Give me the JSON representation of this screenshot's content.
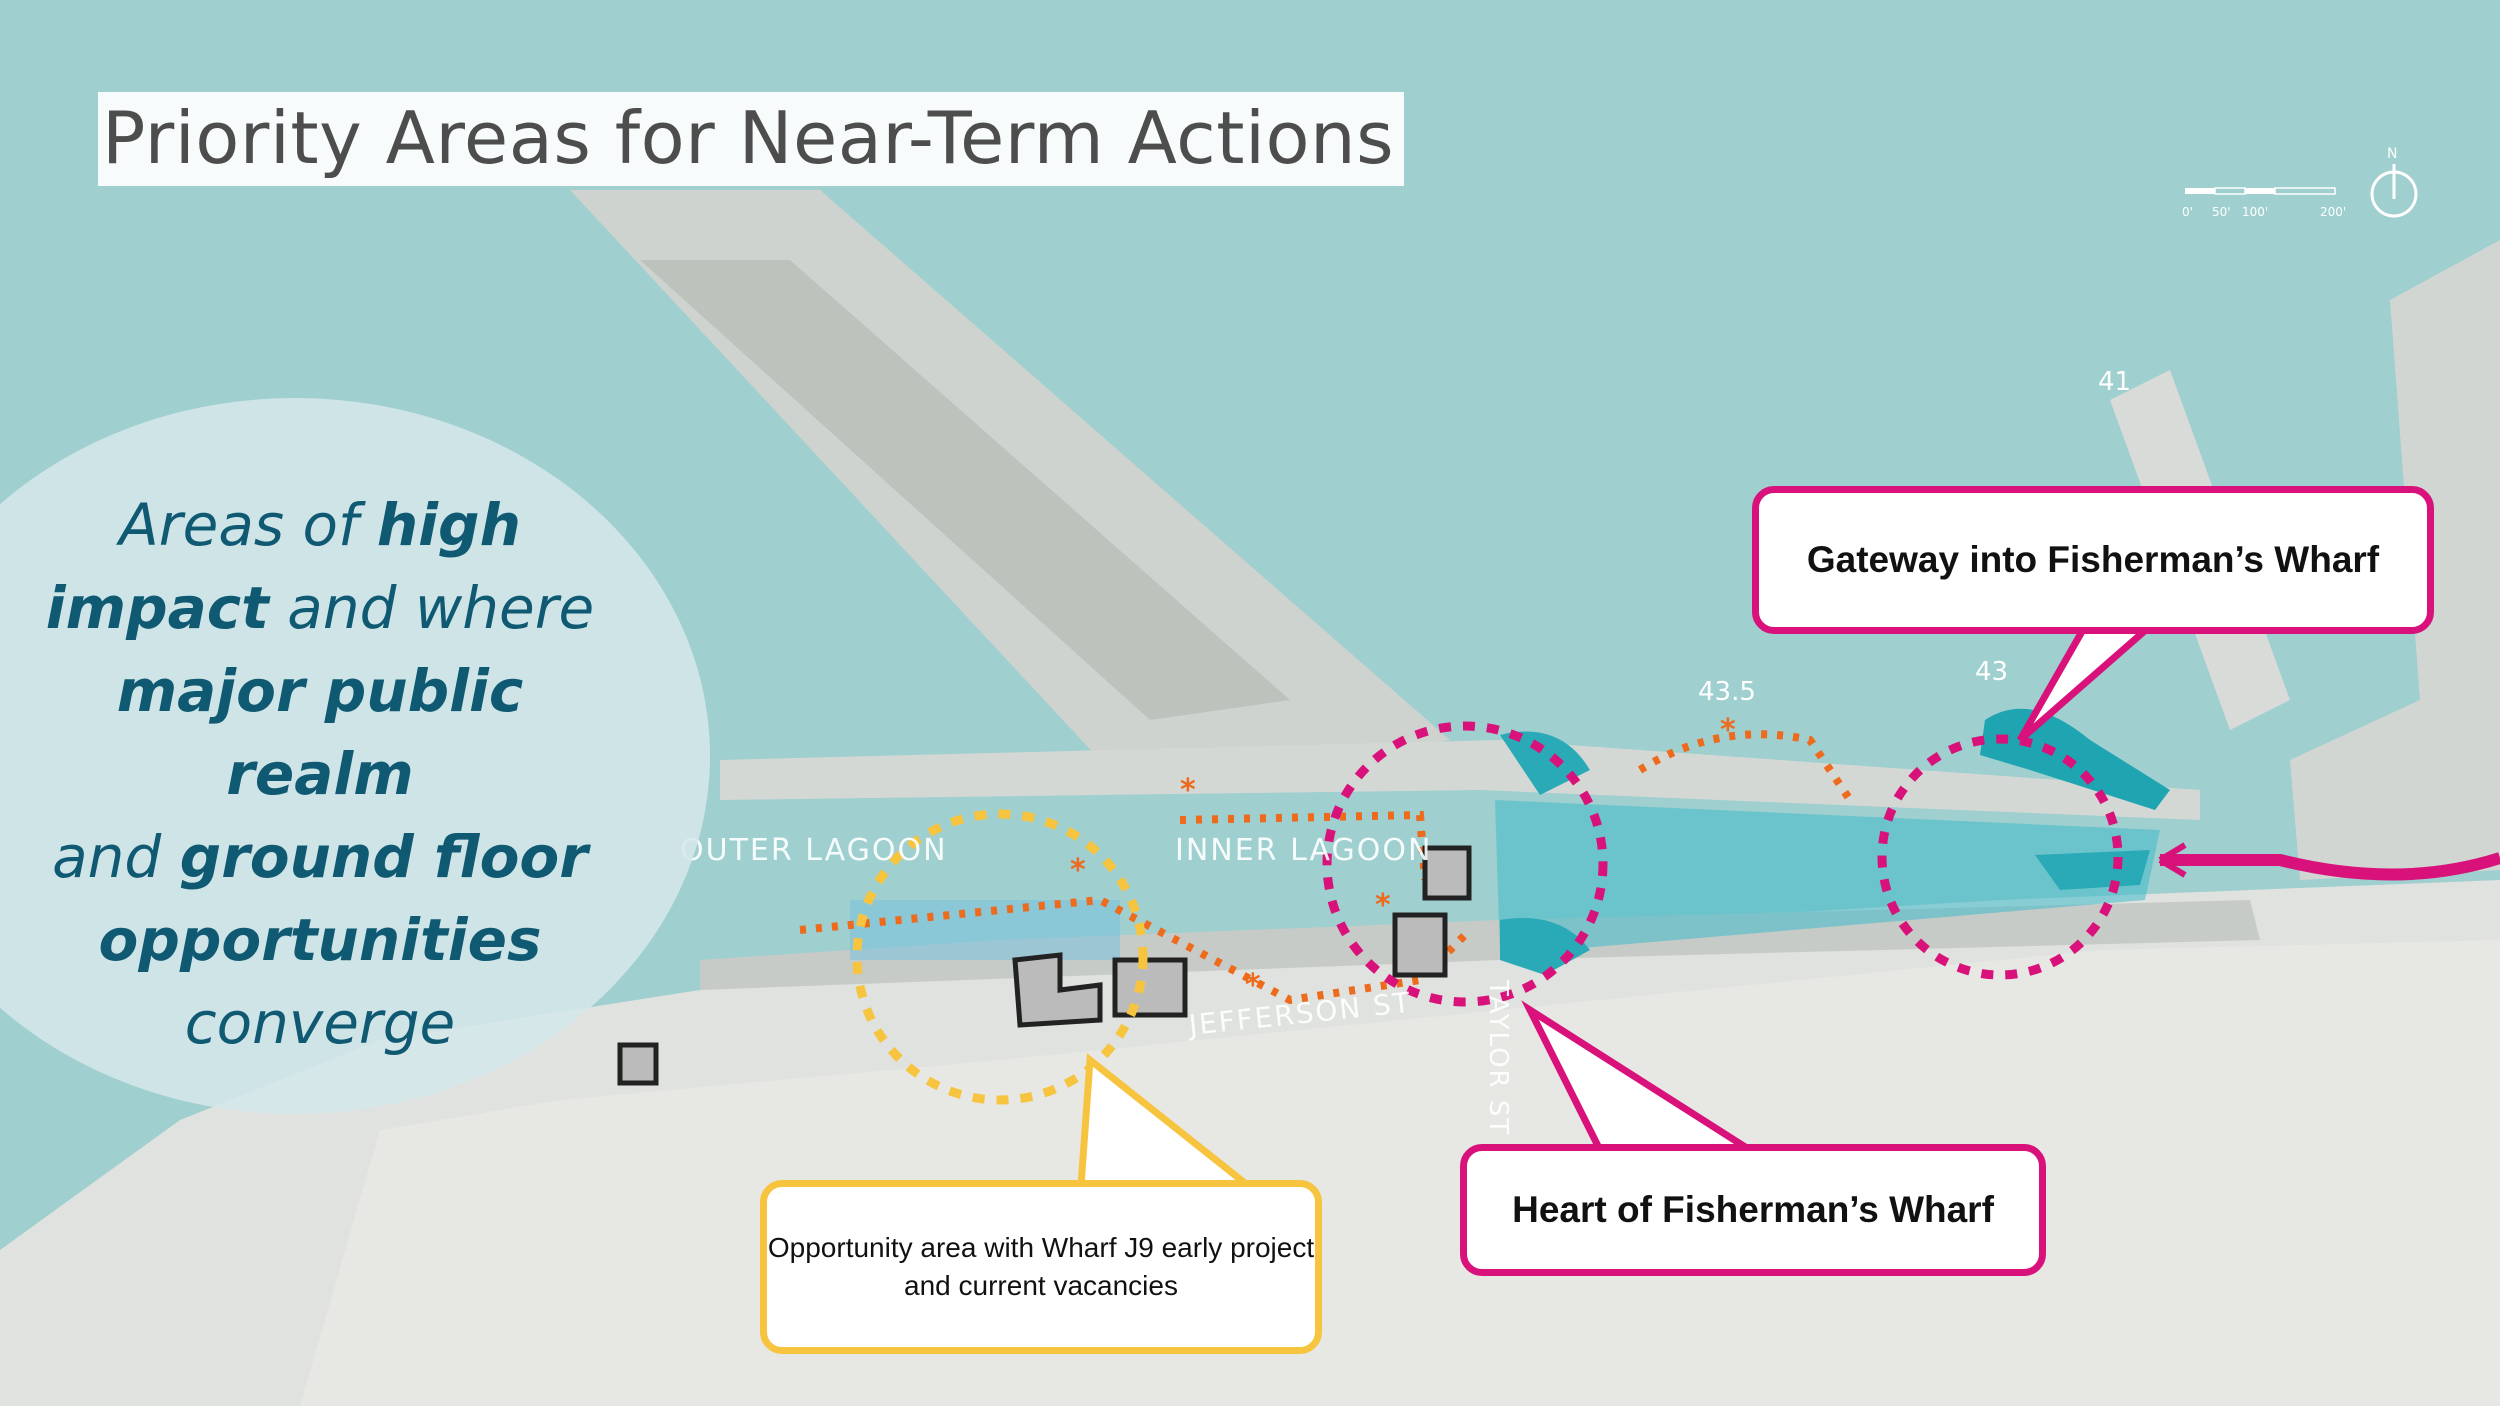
{
  "title": "Priority Areas for Near-Term Actions",
  "circle": {
    "line1_a": "Areas of ",
    "line1_b": "high",
    "line2_a": "impact",
    "line2_b": " and where",
    "line3": "major public realm",
    "line4_a": "and ",
    "line4_b": "ground floor",
    "line5": "opportunities",
    "line6": "converge"
  },
  "map_labels": {
    "outer_lagoon": "OUTER LAGOON",
    "inner_lagoon": "INNER LAGOON",
    "jefferson": "JEFFERSON ST",
    "taylor": "TAYLOR ST",
    "pier_41": "41",
    "pier_43_5": "43.5",
    "pier_43": "43"
  },
  "scale_bar": {
    "t0": "0'",
    "t1": "50'",
    "t2": "100'",
    "t3": "200'"
  },
  "north_label": "N",
  "callouts": {
    "gateway": "Gateway into Fisherman’s Wharf",
    "heart": "Heart of Fisherman’s Wharf",
    "opportunity": "Opportunity area with Wharf J9 early project and current vacancies"
  },
  "colors": {
    "water": "#9fcfcf",
    "land": "#d9ddd9",
    "pink": "#d8127a",
    "yellow": "#f7c440",
    "orange": "#ee6a1c",
    "highlight_cyan": "#3fbccb",
    "text_teal": "#0f5a72"
  }
}
